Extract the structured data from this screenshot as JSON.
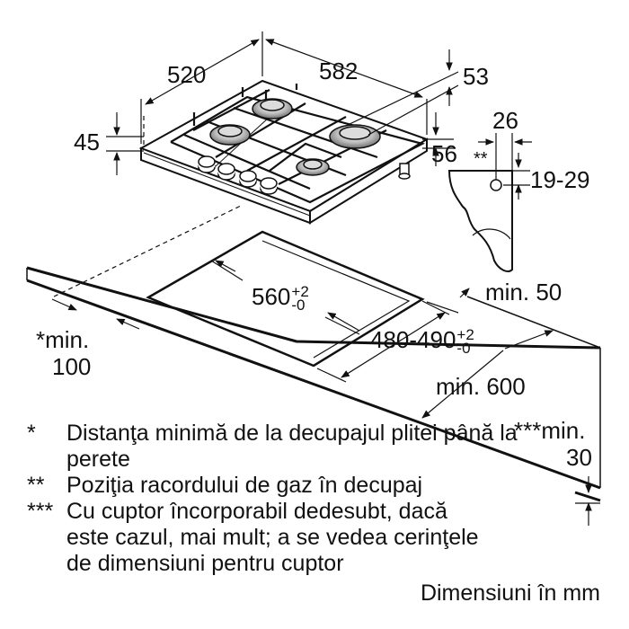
{
  "dimensions": {
    "width_520": "520",
    "width_582": "582",
    "offset_53": "53",
    "height_45": "45",
    "offset_56": "56",
    "offset_26": "26",
    "gas_marker": "**",
    "range_19_29": "19-29",
    "cutout_560": "560",
    "cutout_560_tol_plus": "+2",
    "cutout_560_tol_minus": "-0",
    "cutout_480_490": "480-490",
    "cutout_480_tol_plus": "+2",
    "cutout_480_tol_minus": "-0",
    "min_50": "min. 50",
    "min_100_star": "*",
    "min_100_label": "min.",
    "min_100_value": "100",
    "min_600": "min. 600",
    "min_30_label": "***min.",
    "min_30_value": "30"
  },
  "notes": [
    {
      "mark": "*",
      "text": "Distanţa minimă de la decupajul plitei până la perete"
    },
    {
      "mark": "**",
      "text": "Poziţia racordului de gaz în decupaj"
    },
    {
      "mark": "***",
      "text": "Cu cuptor încorporabil dedesubt, dacă este cazul, mai mult; a se vedea cerinţele de dimensiuni pentru cuptor"
    }
  ],
  "unit_note": "Dimensiuni în mm",
  "icons": [
    "gas-burner-icon",
    "control-knob-icon",
    "arrow-icon"
  ]
}
